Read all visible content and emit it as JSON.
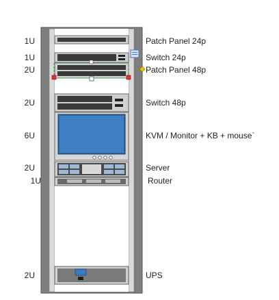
{
  "colors": {
    "rack_frame": "#7f7f7f",
    "rack_rail": "#e6e6e6",
    "device_dark": "#3a3a3a",
    "monitor_screen": "#2e6aa8",
    "selection": "#37b24d",
    "handle_red": "#e03131",
    "anchor_yellow": "#f2c200"
  },
  "rack": {
    "devices": [
      {
        "kind": "patch-panel-24",
        "units": "1U",
        "label": "Patch Panel 24p"
      },
      {
        "kind": "switch-24",
        "units": "1U",
        "label": "Switch 24p"
      },
      {
        "kind": "patch-panel-48",
        "units": "2U",
        "label": "Patch Panel 48p",
        "selected": true
      },
      {
        "kind": "switch-48",
        "units": "2U",
        "label": "Switch 48p"
      },
      {
        "kind": "kvm",
        "units": "6U",
        "label": "KVM / Monitor + KB + mouse`"
      },
      {
        "kind": "server",
        "units": "2U",
        "label": "Server"
      },
      {
        "kind": "router",
        "units": "1U",
        "label": "Router"
      },
      {
        "kind": "ups",
        "units": "2U",
        "label": "UPS"
      }
    ]
  }
}
